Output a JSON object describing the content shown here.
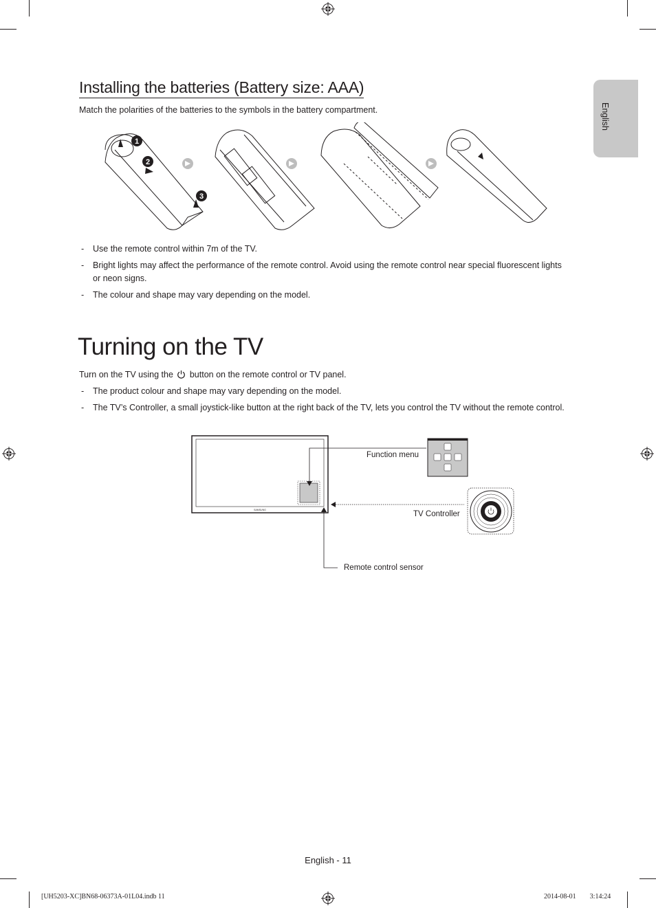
{
  "side_tab": {
    "label": "English"
  },
  "batteries": {
    "title": "Installing the batteries (Battery size: AAA)",
    "intro": "Match the polarities of the batteries to the symbols in the battery compartment.",
    "step_numbers": [
      "1",
      "2",
      "3"
    ],
    "notes": [
      "Use the remote control within 7m of the TV.",
      "Bright lights may affect the performance of the remote control. Avoid using the remote control near special fluorescent lights or neon signs.",
      "The colour and shape may vary depending on the model."
    ]
  },
  "turning_on": {
    "title": "Turning on the TV",
    "intro_before": "Turn on the TV using the",
    "intro_after": "button on the remote control or TV panel.",
    "notes": [
      "The product colour and shape may vary depending on the model.",
      "The TV’s Controller, a small joystick-like button at the right back of the TV, lets you control the TV without the remote control."
    ],
    "diagram": {
      "tv_brand": "SAMSUNG",
      "function_menu_label": "Function menu",
      "tv_controller_label": "TV Controller",
      "remote_sensor_label": "Remote control sensor"
    }
  },
  "footer": {
    "page_label": "English - 11",
    "file_slug": "[UH5203-XC]BN68-06373A-01L04.indb   11",
    "timestamp": "2014-08-01     3:14:24"
  }
}
